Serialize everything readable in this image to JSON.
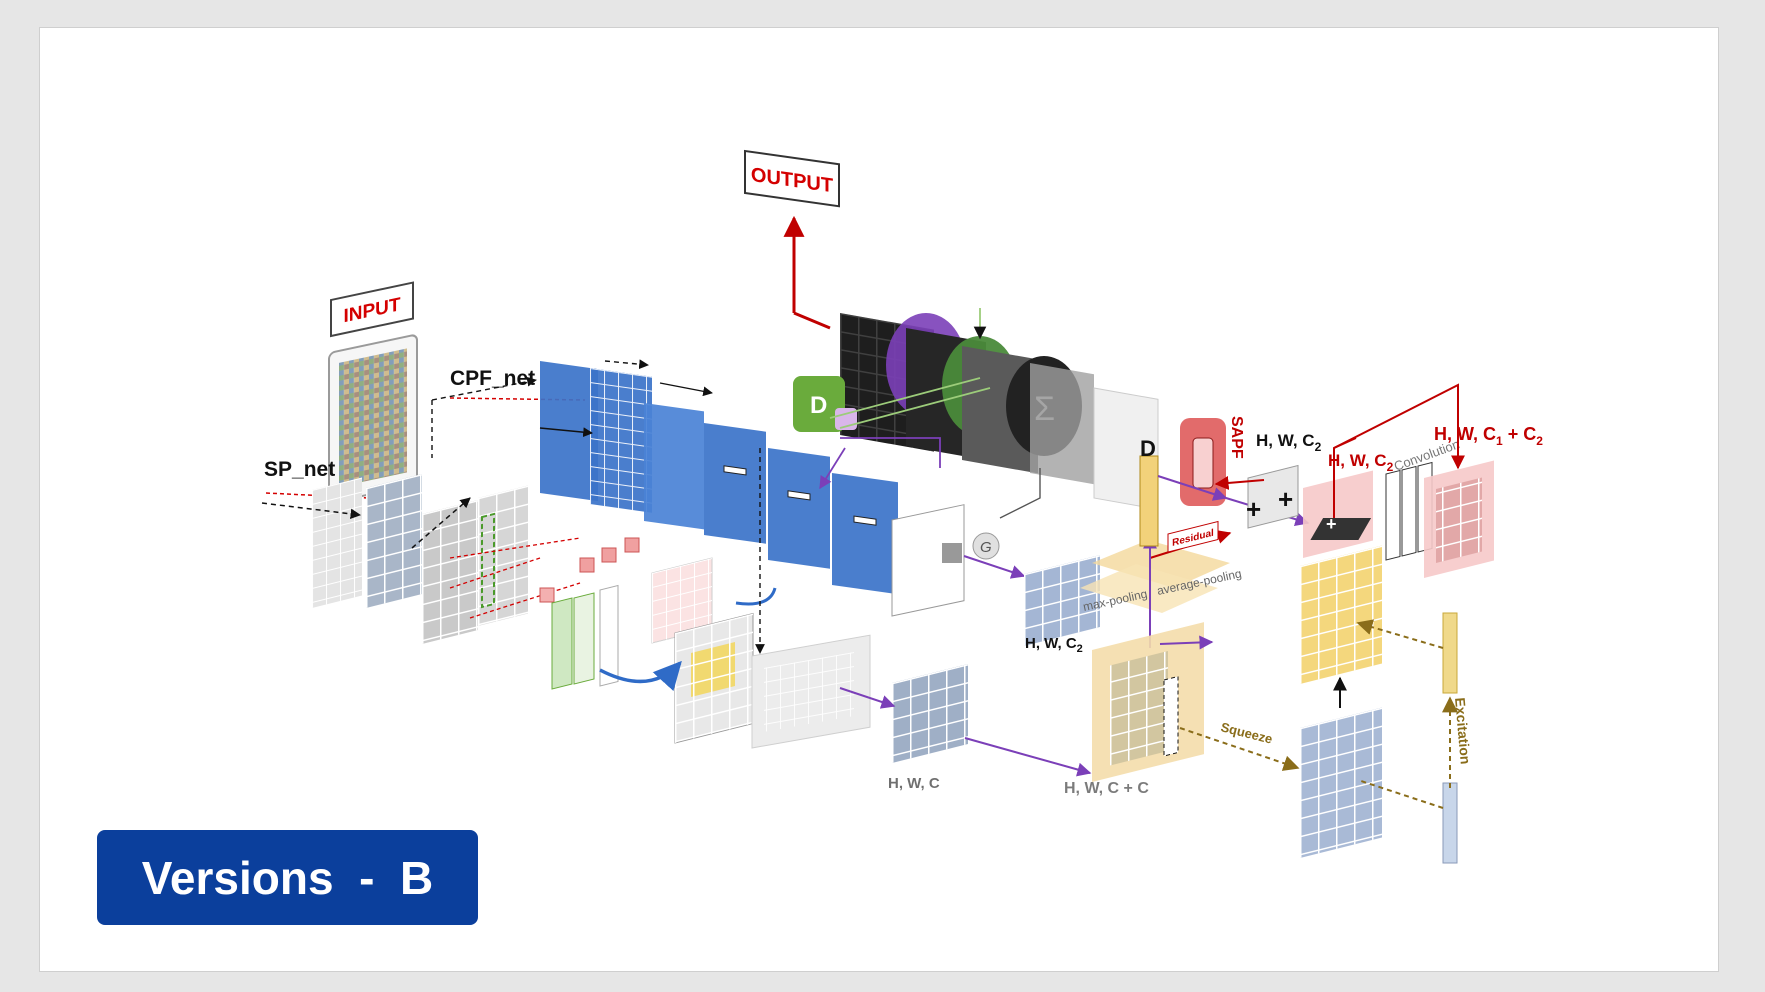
{
  "slide": {
    "background": "#ffffff"
  },
  "diagram": {
    "labels": {
      "input": "INPUT",
      "output": "OUTPUT",
      "sp_net": "SP_net",
      "cpf_net": "CPF_net",
      "sapf": "SAPF",
      "residual": "Residual",
      "max_pooling": "max-pooling",
      "average_pooling": "average-pooling",
      "squeeze": "Squeeze",
      "excitation": "Excitation",
      "convolution": "Convolution",
      "d_label": "D",
      "g_label": "G"
    },
    "dims": {
      "hwc2_a": "H, W, C",
      "hwc2_a_sub": "2",
      "hwc2_b": "H, W, C",
      "hwc2_b_sub": "2",
      "hwc2_c": "H, W, C",
      "hwc2_c_sub": "2",
      "hwc1c2_main": "H, W, C",
      "hwc1c2_sub1": "1",
      "hwc1c2_plus": " + C",
      "hwc1c2_sub2": "2"
    },
    "colors": {
      "blue_layer": "#3b73c9",
      "red_arrow": "#c00000",
      "purple_arrow": "#7b3fb8",
      "gold_arrow": "#8a6d1a",
      "green_block": "#6aab3c"
    }
  },
  "badge": {
    "text": "Versions  -  B",
    "background": "#0b3f9c"
  }
}
